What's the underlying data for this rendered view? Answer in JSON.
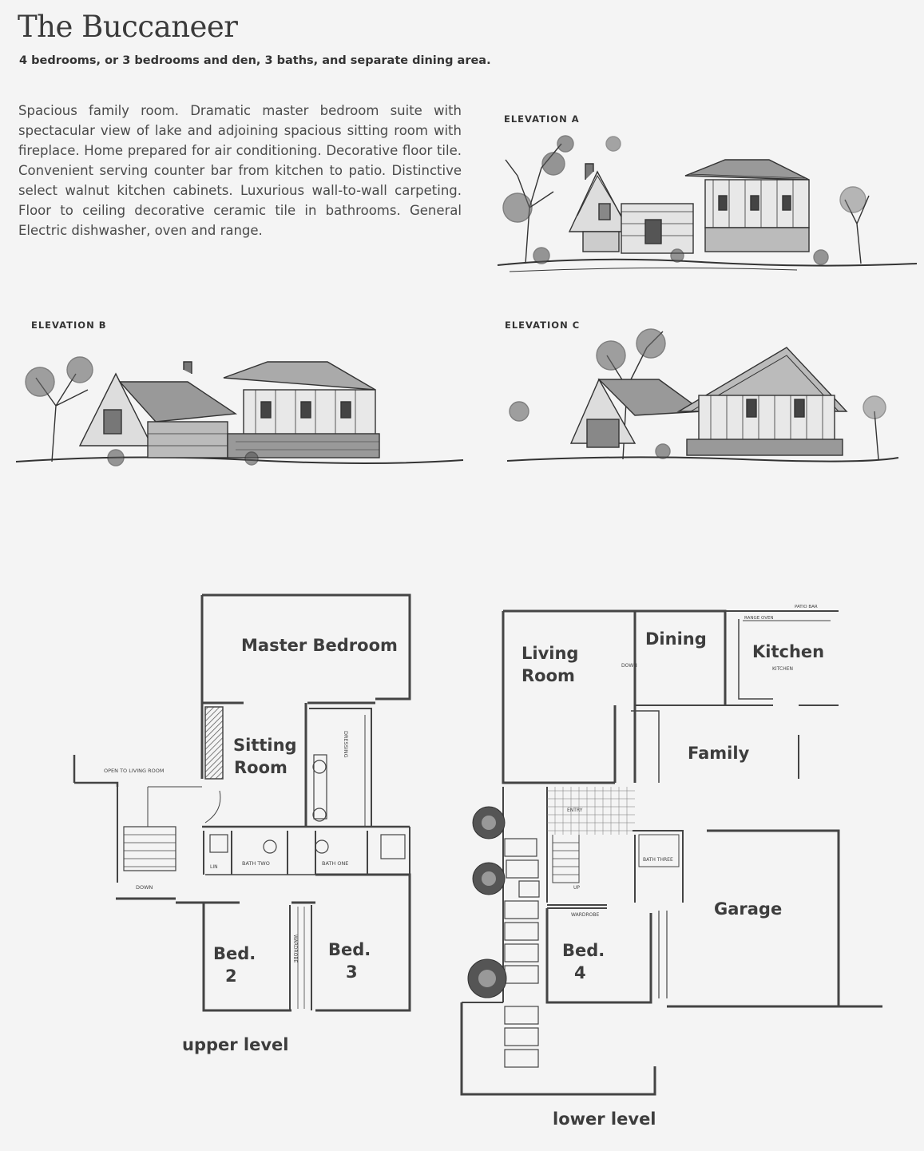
{
  "title": "The Buccaneer",
  "subtitle": "4 bedrooms, or 3 bedrooms and den, 3 baths, and separate dining area.",
  "description": "Spacious family room. Dramatic master bedroom suite with spectacular view of lake and adjoining spacious sitting room with fireplace. Home prepared for air conditioning. Decorative floor tile. Convenient serving counter bar from kitchen to patio. Distinctive select walnut kitchen cabinets. Luxurious wall-to-wall carpeting. Floor to ceiling decorative ceramic tile in bathrooms. General Electric dishwasher, oven and range.",
  "elevations": {
    "a": "ELEVATION A",
    "b": "ELEVATION B",
    "c": "ELEVATION C"
  },
  "upper_level": {
    "label": "upper level",
    "rooms": {
      "master_bedroom": "Master Bedroom",
      "sitting": "Sitting",
      "room": "Room",
      "bed2_a": "Bed.",
      "bed2_b": "2",
      "bed3_a": "Bed.",
      "bed3_b": "3"
    },
    "small": {
      "open_to_living": "OPEN TO LIVING ROOM",
      "down": "DOWN",
      "bath_two": "BATH TWO",
      "bath_one": "BATH ONE",
      "dressing": "DRESSING",
      "wardrobe": "WARDROBE",
      "linen": "LIN"
    }
  },
  "lower_level": {
    "label": "lower level",
    "rooms": {
      "living_a": "Living",
      "living_b": "Room",
      "dining": "Dining",
      "kitchen": "Kitchen",
      "family": "Family",
      "garage": "Garage",
      "bed4_a": "Bed.",
      "bed4_b": "4"
    },
    "small": {
      "kitchen": "KITCHEN",
      "entry": "ENTRY",
      "up": "UP",
      "down": "DOWN",
      "bath_three": "BATH THREE",
      "wardrobe": "WARDROBE",
      "patio_bar": "PATIO BAR",
      "range_oven": "RANGE OVEN"
    }
  }
}
